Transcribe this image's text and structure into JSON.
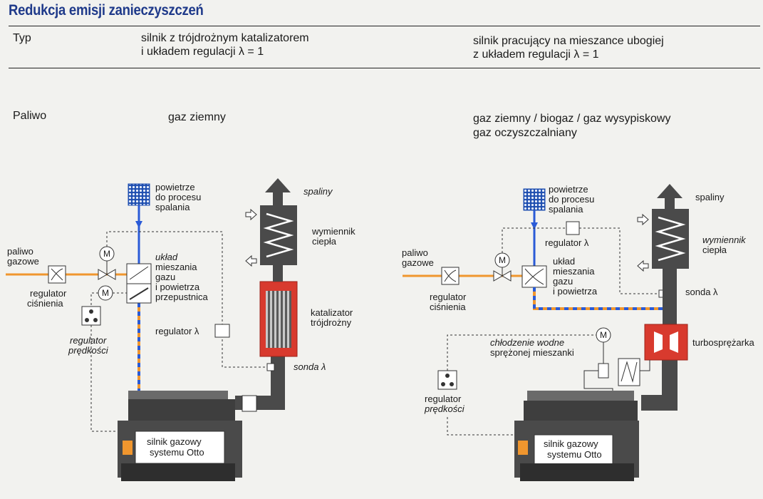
{
  "title": "Redukcja emisji zanieczyszczeń",
  "typ": {
    "label": "Typ",
    "left_line1": "silnik z trójdrożnym katalizatorem",
    "left_line2": "i układem regulacji λ = 1",
    "right_line1": "silnik pracujący na mieszance ubogiej",
    "right_line2": "z układem regulacji λ = 1"
  },
  "paliwo": {
    "label": "Paliwo",
    "left": "gaz ziemny",
    "right_line1": "gaz ziemny / biogaz / gaz wysypiskowy",
    "right_line2": "gaz oczyszczalniany"
  },
  "left_diagram": {
    "air": [
      "powietrze",
      "do procesu",
      "spalania"
    ],
    "exhaust": "spaliny",
    "heat_exchanger": [
      "wymiennik",
      "ciepła"
    ],
    "fuel_in": [
      "paliwo",
      "gazowe"
    ],
    "mixer": [
      "układ",
      "mieszania",
      "gazu",
      "i powietrza",
      "przepustnica"
    ],
    "pressure_regulator": [
      "regulator",
      "ciśnienia"
    ],
    "speed_regulator": [
      "regulator",
      "prędkości"
    ],
    "lambda_regulator": "regulator λ",
    "catalyst": [
      "katalizator",
      "trójdrożny"
    ],
    "lambda_probe": "sonda λ",
    "engine": [
      "silnik gazowy",
      "systemu Otto"
    ],
    "motor_symbol": "M"
  },
  "right_diagram": {
    "air": [
      "powietrze",
      "do procesu",
      "spalania"
    ],
    "exhaust": "spaliny",
    "heat_exchanger": [
      "wymiennik",
      "ciepła"
    ],
    "lambda_regulator": "regulator λ",
    "fuel_in": [
      "paliwo",
      "gazowe"
    ],
    "mixer": [
      "układ",
      "mieszania",
      "gazu",
      "i powietrza"
    ],
    "pressure_regulator": [
      "regulator",
      "ciśnienia"
    ],
    "lambda_probe": "sonda λ",
    "cooling": [
      "chłodzenie wodne",
      "sprężonej mieszanki"
    ],
    "turbo": "turbosprężarka",
    "speed_regulator": [
      "regulator",
      "prędkości"
    ],
    "engine": [
      "silnik gazowy",
      "systemu Otto"
    ],
    "motor_symbol": "M"
  },
  "colors": {
    "title": "#1f3a8a",
    "fuel_line": "#f0962e",
    "air_line": "#2a5bd7",
    "catalyst": "#d83a2e",
    "dark_gray": "#4a4a4a"
  }
}
